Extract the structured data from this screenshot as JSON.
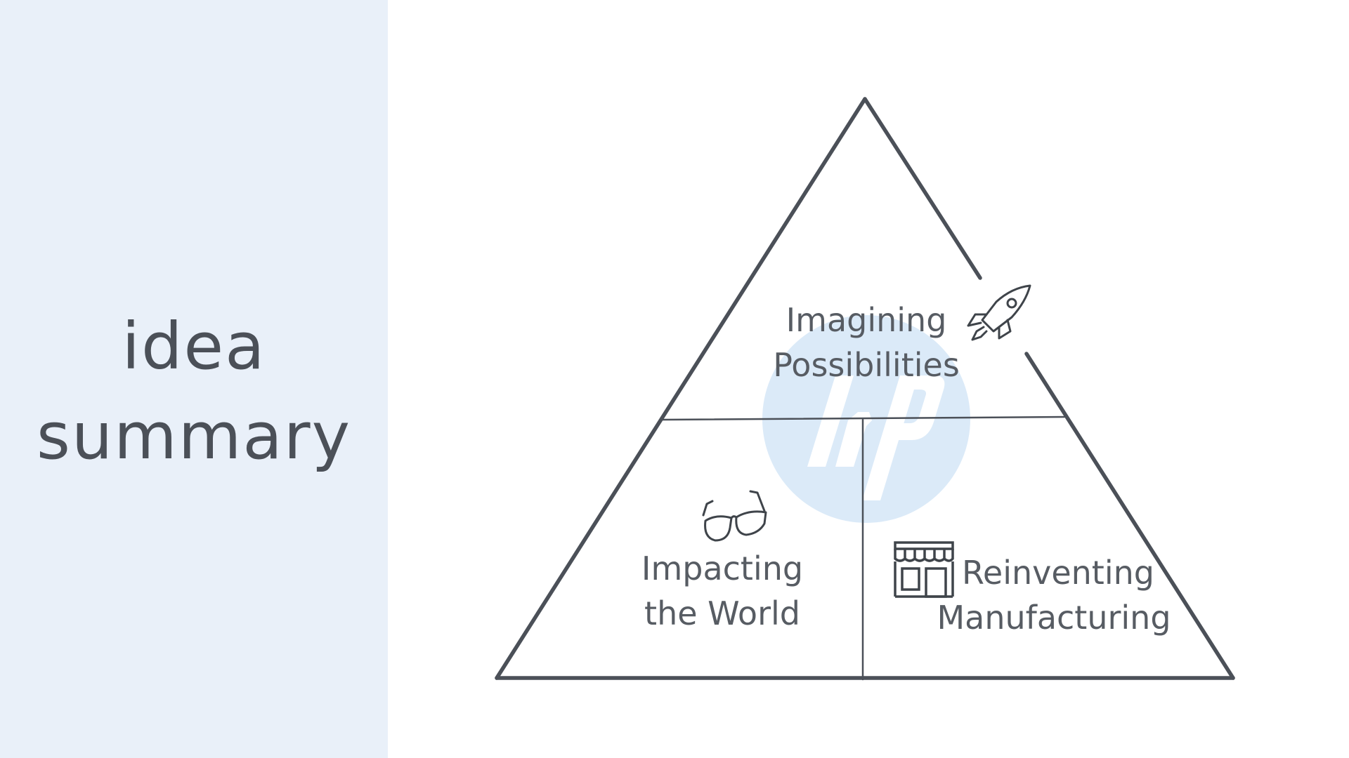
{
  "sidebar": {
    "title_line1": "idea",
    "title_line2": "summary"
  },
  "diagram": {
    "sections": {
      "top": {
        "line1": "Imagining",
        "line2": "Possibilities",
        "icon": "rocket-icon"
      },
      "bottom_left": {
        "line1": "Impacting",
        "line2": "the World",
        "icon": "glasses-icon"
      },
      "bottom_right": {
        "line1": "Reinventing",
        "line2": "Manufacturing",
        "icon": "storefront-icon"
      }
    },
    "watermark": "hp-logo",
    "colors": {
      "outline": "#4b5058",
      "text": "#575c63",
      "sidebar_bg": "#e9f0f9",
      "logo_bg": "#dbeaf8"
    }
  }
}
